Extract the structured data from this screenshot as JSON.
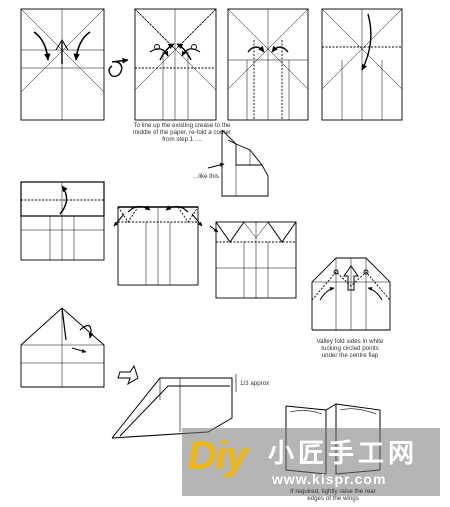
{
  "captions": {
    "step1_note": [
      "To line up the existing crease to the",
      "middle of the paper, re-fold a corner",
      "from step 1 ...."
    ],
    "like_this": "...like this",
    "valley_fold_note": [
      "Valley fold sides in white",
      "tucking circled points",
      "under the centre flap"
    ],
    "third_approx": "1/3 approx",
    "raise_note": [
      "If required, tightly raise the rear",
      "edges of the wings"
    ]
  },
  "watermark": {
    "logo": "Diy",
    "chinese": "小匠手工网",
    "url": "www.kispr.com",
    "logo_color": "#f2b705"
  }
}
